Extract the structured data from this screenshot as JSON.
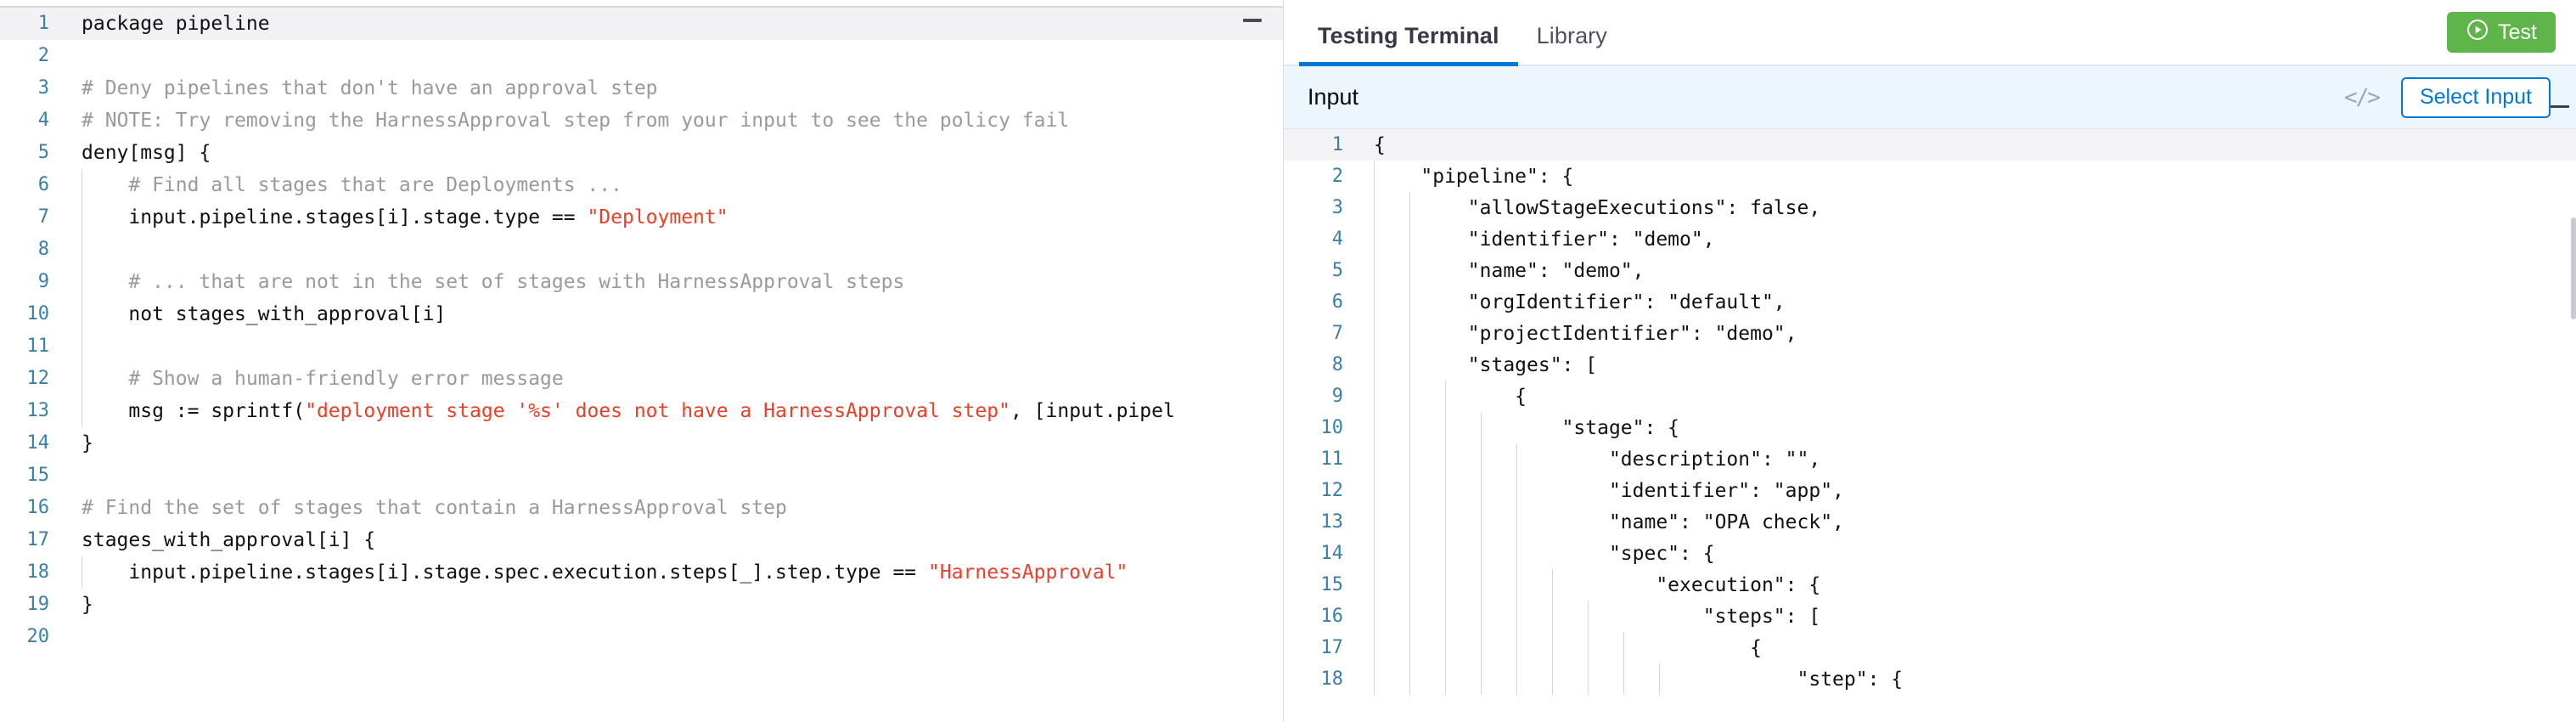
{
  "editor": {
    "minimize_icon": "minimize-icon",
    "language": "rego",
    "lines": [
      {
        "n": "1",
        "segments": [
          {
            "t": "plain",
            "s": "package pipeline"
          }
        ],
        "active": true,
        "guides": 0
      },
      {
        "n": "2",
        "segments": [],
        "active": false,
        "guides": 0
      },
      {
        "n": "3",
        "segments": [
          {
            "t": "comment",
            "s": "# Deny pipelines that don't have an approval step"
          }
        ],
        "active": false,
        "guides": 0
      },
      {
        "n": "4",
        "segments": [
          {
            "t": "comment",
            "s": "# NOTE: Try removing the HarnessApproval step from your input to see the policy fail"
          }
        ],
        "active": false,
        "guides": 0
      },
      {
        "n": "5",
        "segments": [
          {
            "t": "plain",
            "s": "deny[msg] {"
          }
        ],
        "active": false,
        "guides": 0
      },
      {
        "n": "6",
        "segments": [
          {
            "t": "comment",
            "s": "    # Find all stages that are Deployments ..."
          }
        ],
        "active": false,
        "guides": 1
      },
      {
        "n": "7",
        "segments": [
          {
            "t": "plain",
            "s": "    input.pipeline.stages[i].stage.type == "
          },
          {
            "t": "string",
            "s": "\"Deployment\""
          }
        ],
        "active": false,
        "guides": 1
      },
      {
        "n": "8",
        "segments": [],
        "active": false,
        "guides": 1
      },
      {
        "n": "9",
        "segments": [
          {
            "t": "comment",
            "s": "    # ... that are not in the set of stages with HarnessApproval steps"
          }
        ],
        "active": false,
        "guides": 1
      },
      {
        "n": "10",
        "segments": [
          {
            "t": "plain",
            "s": "    not stages_with_approval[i]"
          }
        ],
        "active": false,
        "guides": 1
      },
      {
        "n": "11",
        "segments": [],
        "active": false,
        "guides": 1
      },
      {
        "n": "12",
        "segments": [
          {
            "t": "comment",
            "s": "    # Show a human-friendly error message"
          }
        ],
        "active": false,
        "guides": 1
      },
      {
        "n": "13",
        "segments": [
          {
            "t": "plain",
            "s": "    msg := sprintf("
          },
          {
            "t": "string",
            "s": "\"deployment stage '%s' does not have a HarnessApproval step\""
          },
          {
            "t": "plain",
            "s": ", [input.pipel"
          }
        ],
        "active": false,
        "guides": 1
      },
      {
        "n": "14",
        "segments": [
          {
            "t": "plain",
            "s": "}"
          }
        ],
        "active": false,
        "guides": 0
      },
      {
        "n": "15",
        "segments": [],
        "active": false,
        "guides": 0
      },
      {
        "n": "16",
        "segments": [
          {
            "t": "comment",
            "s": "# Find the set of stages that contain a HarnessApproval step"
          }
        ],
        "active": false,
        "guides": 0
      },
      {
        "n": "17",
        "segments": [
          {
            "t": "plain",
            "s": "stages_with_approval[i] {"
          }
        ],
        "active": false,
        "guides": 0
      },
      {
        "n": "18",
        "segments": [
          {
            "t": "plain",
            "s": "    input.pipeline.stages[i].stage.spec.execution.steps[_].step.type == "
          },
          {
            "t": "string",
            "s": "\"HarnessApproval\""
          }
        ],
        "active": false,
        "guides": 1
      },
      {
        "n": "19",
        "segments": [
          {
            "t": "plain",
            "s": "}"
          }
        ],
        "active": false,
        "guides": 0
      },
      {
        "n": "20",
        "segments": [],
        "active": false,
        "guides": 0
      }
    ]
  },
  "terminal": {
    "tabs": [
      {
        "label": "Testing Terminal",
        "active": true
      },
      {
        "label": "Library",
        "active": false
      }
    ],
    "test_button": {
      "label": "Test",
      "icon": "play-circle-icon",
      "color": "#5fb44a"
    },
    "input_bar": {
      "title": "Input",
      "code_icon": "</>",
      "select_input_label": "Select Input",
      "accent": "#0278d5",
      "background": "#eef6fd"
    },
    "minimize_icon": "minimize-icon",
    "json_lines": [
      {
        "n": "1",
        "text": "{",
        "active": true,
        "guides": 0
      },
      {
        "n": "2",
        "text": "    \"pipeline\": {",
        "active": false,
        "guides": 1
      },
      {
        "n": "3",
        "text": "        \"allowStageExecutions\": false,",
        "active": false,
        "guides": 2
      },
      {
        "n": "4",
        "text": "        \"identifier\": \"demo\",",
        "active": false,
        "guides": 2
      },
      {
        "n": "5",
        "text": "        \"name\": \"demo\",",
        "active": false,
        "guides": 2
      },
      {
        "n": "6",
        "text": "        \"orgIdentifier\": \"default\",",
        "active": false,
        "guides": 2
      },
      {
        "n": "7",
        "text": "        \"projectIdentifier\": \"demo\",",
        "active": false,
        "guides": 2
      },
      {
        "n": "8",
        "text": "        \"stages\": [",
        "active": false,
        "guides": 2
      },
      {
        "n": "9",
        "text": "            {",
        "active": false,
        "guides": 3
      },
      {
        "n": "10",
        "text": "                \"stage\": {",
        "active": false,
        "guides": 4
      },
      {
        "n": "11",
        "text": "                    \"description\": \"\",",
        "active": false,
        "guides": 5
      },
      {
        "n": "12",
        "text": "                    \"identifier\": \"app\",",
        "active": false,
        "guides": 5
      },
      {
        "n": "13",
        "text": "                    \"name\": \"OPA check\",",
        "active": false,
        "guides": 5
      },
      {
        "n": "14",
        "text": "                    \"spec\": {",
        "active": false,
        "guides": 5
      },
      {
        "n": "15",
        "text": "                        \"execution\": {",
        "active": false,
        "guides": 6
      },
      {
        "n": "16",
        "text": "                            \"steps\": [",
        "active": false,
        "guides": 7
      },
      {
        "n": "17",
        "text": "                                {",
        "active": false,
        "guides": 8
      },
      {
        "n": "18",
        "text": "                                    \"step\": {",
        "active": false,
        "guides": 9
      }
    ]
  }
}
